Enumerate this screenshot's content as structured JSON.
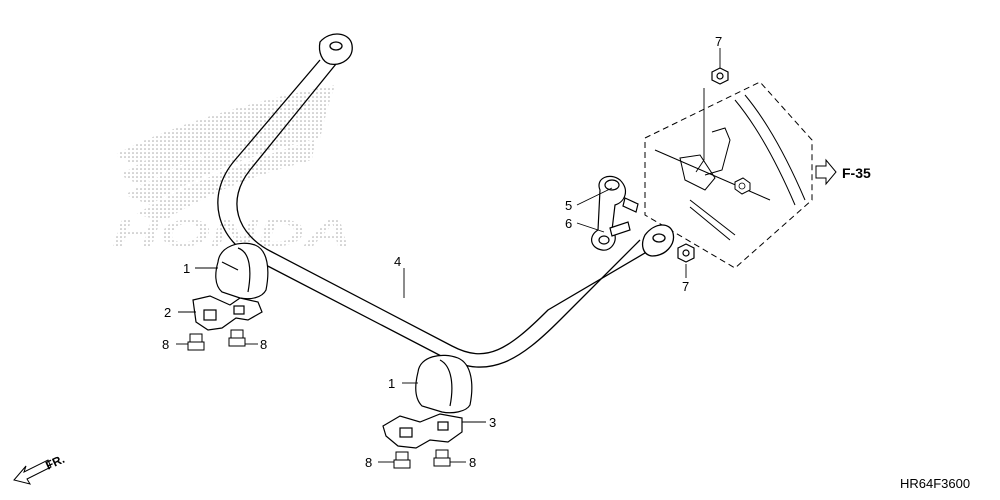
{
  "diagram": {
    "callouts": {
      "part_1_upper": "1",
      "part_1_lower": "1",
      "part_2": "2",
      "part_3": "3",
      "part_4": "4",
      "part_5": "5",
      "part_6": "6",
      "part_7_top": "7",
      "part_7_bottom": "7",
      "part_8_a": "8",
      "part_8_b": "8",
      "part_8_c": "8",
      "part_8_d": "8"
    },
    "reference_label": "F-35",
    "direction_label": "FR.",
    "watermark_text": "HONDA",
    "diagram_code": "HR64F3600"
  },
  "colors": {
    "line": "#000000",
    "watermark": "#9a9a9a"
  }
}
